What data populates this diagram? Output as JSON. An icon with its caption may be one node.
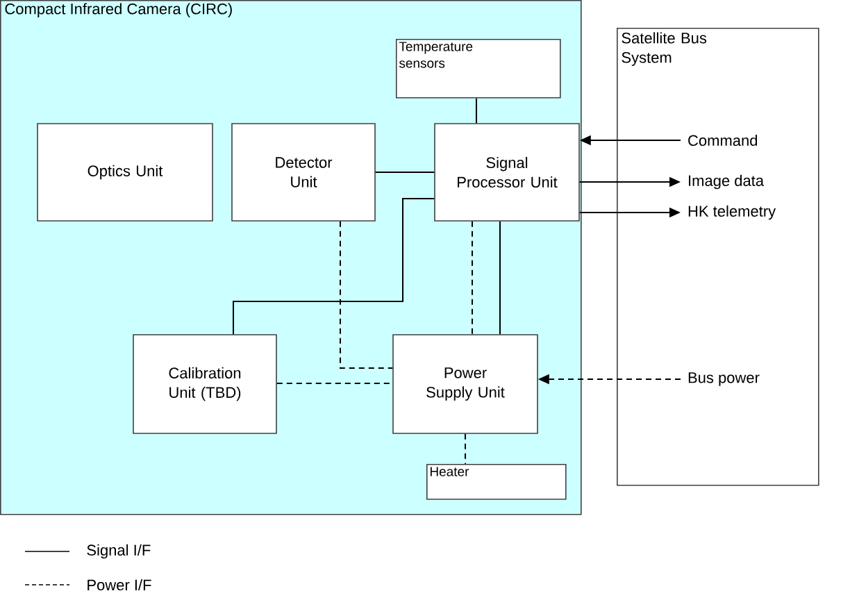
{
  "diagram": {
    "nodes": [
      {
        "text": [
          "Compact Infrared Camera (CIRC)"
        ]
      },
      {
        "text": [
          "Temperature sensors"
        ],
        "in": 0
      },
      {
        "text": [
          "Optics Unit"
        ],
        "in": 0
      },
      {
        "text": [
          "Detector Unit"
        ],
        "in": 0
      },
      {
        "text": [
          "Signal Processor Unit"
        ],
        "in": 0
      },
      {
        "text": [
          "Calibration Unit (TBD)"
        ],
        "in": 0
      },
      {
        "text": [
          "Power Supply Unit"
        ],
        "in": 0
      },
      {
        "text": [
          "Heater"
        ],
        "in": 0
      },
      {
        "text": [
          "Satellite Bus System"
        ]
      },
      {
        "text": [
          "Command"
        ],
        "in": 8
      },
      {
        "text": [
          "Image data"
        ],
        "in": 8
      },
      {
        "text": [
          "HK telemetry"
        ],
        "in": 8
      },
      {
        "text": [
          "Bus power"
        ],
        "in": 8
      }
    ],
    "edges": [
      {
        "from": 1,
        "to": 4,
        "arrow": "none"
      },
      {
        "from": 3,
        "to": 4,
        "arrow": "none"
      },
      {
        "from": 4,
        "to": 5,
        "arrow": "none"
      },
      {
        "from": 4,
        "to": 6,
        "arrow": "none"
      },
      {
        "from": 4,
        "to": 6,
        "arrow": "none",
        "style": "dashed"
      },
      {
        "from": 3,
        "to": 6,
        "arrow": "none",
        "style": "dashed"
      },
      {
        "from": 5,
        "to": 6,
        "arrow": "none",
        "style": "dashed"
      },
      {
        "from": 6,
        "to": 7,
        "arrow": "none",
        "style": "dashed"
      },
      {
        "from": 9,
        "to": 4,
        "arrow": "to"
      },
      {
        "from": 4,
        "to": 10,
        "arrow": "to"
      },
      {
        "from": 4,
        "to": 11,
        "arrow": "to"
      },
      {
        "from": 12,
        "to": 6,
        "arrow": "to",
        "style": "dashed"
      }
    ],
    "legend": [
      {
        "text": "Signal I/F"
      },
      {
        "text": "Power I/F"
      }
    ]
  }
}
